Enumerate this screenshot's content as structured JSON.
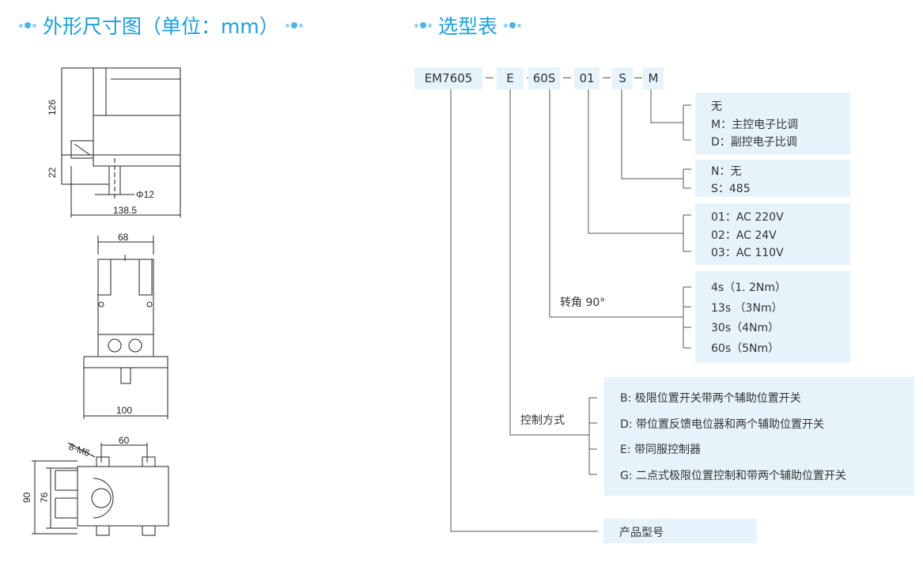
{
  "headings": {
    "dimensions": "外形尺寸图（单位：mm）",
    "selection": "选型表"
  },
  "drawing": {
    "side": {
      "height_upper": "126",
      "height_lower": "22",
      "shaft": "Φ12",
      "width": "138.5"
    },
    "front": {
      "top_width": "68",
      "bottom_width": "100"
    },
    "bottom": {
      "holes": "8-M6",
      "hole_spacing": "60",
      "outer_height": "90",
      "inner_height": "76"
    }
  },
  "code": {
    "segments": [
      "EM7605",
      "E",
      "60S",
      "01",
      "S",
      "M"
    ]
  },
  "options": {
    "m_panel": [
      "无",
      "M：主控电子比调",
      "D：副控电子比调"
    ],
    "s_panel": [
      "N：无",
      "S：485"
    ],
    "voltage_panel": [
      "01：AC 220V",
      "02：AC 24V",
      "03：AC 110V"
    ],
    "speed_label": "转角 90°",
    "speed_panel": [
      "4s（1. 2Nm）",
      "13s （3Nm）",
      "30s（4Nm）",
      "60s（5Nm）"
    ],
    "control_label": "控制方式",
    "control_panel": [
      "B: 极限位置开关带两个辅助位置开关",
      "D: 带位置反馈电位器和两个辅助位置开关",
      "E: 带同服控制器",
      "G: 二点式极限位置控制和带两个辅助位置开关"
    ],
    "model_label": "产品型号"
  },
  "colors": {
    "accent": "#1a9fd8",
    "panel_bg": "#e6f3fb",
    "line": "#555555"
  }
}
